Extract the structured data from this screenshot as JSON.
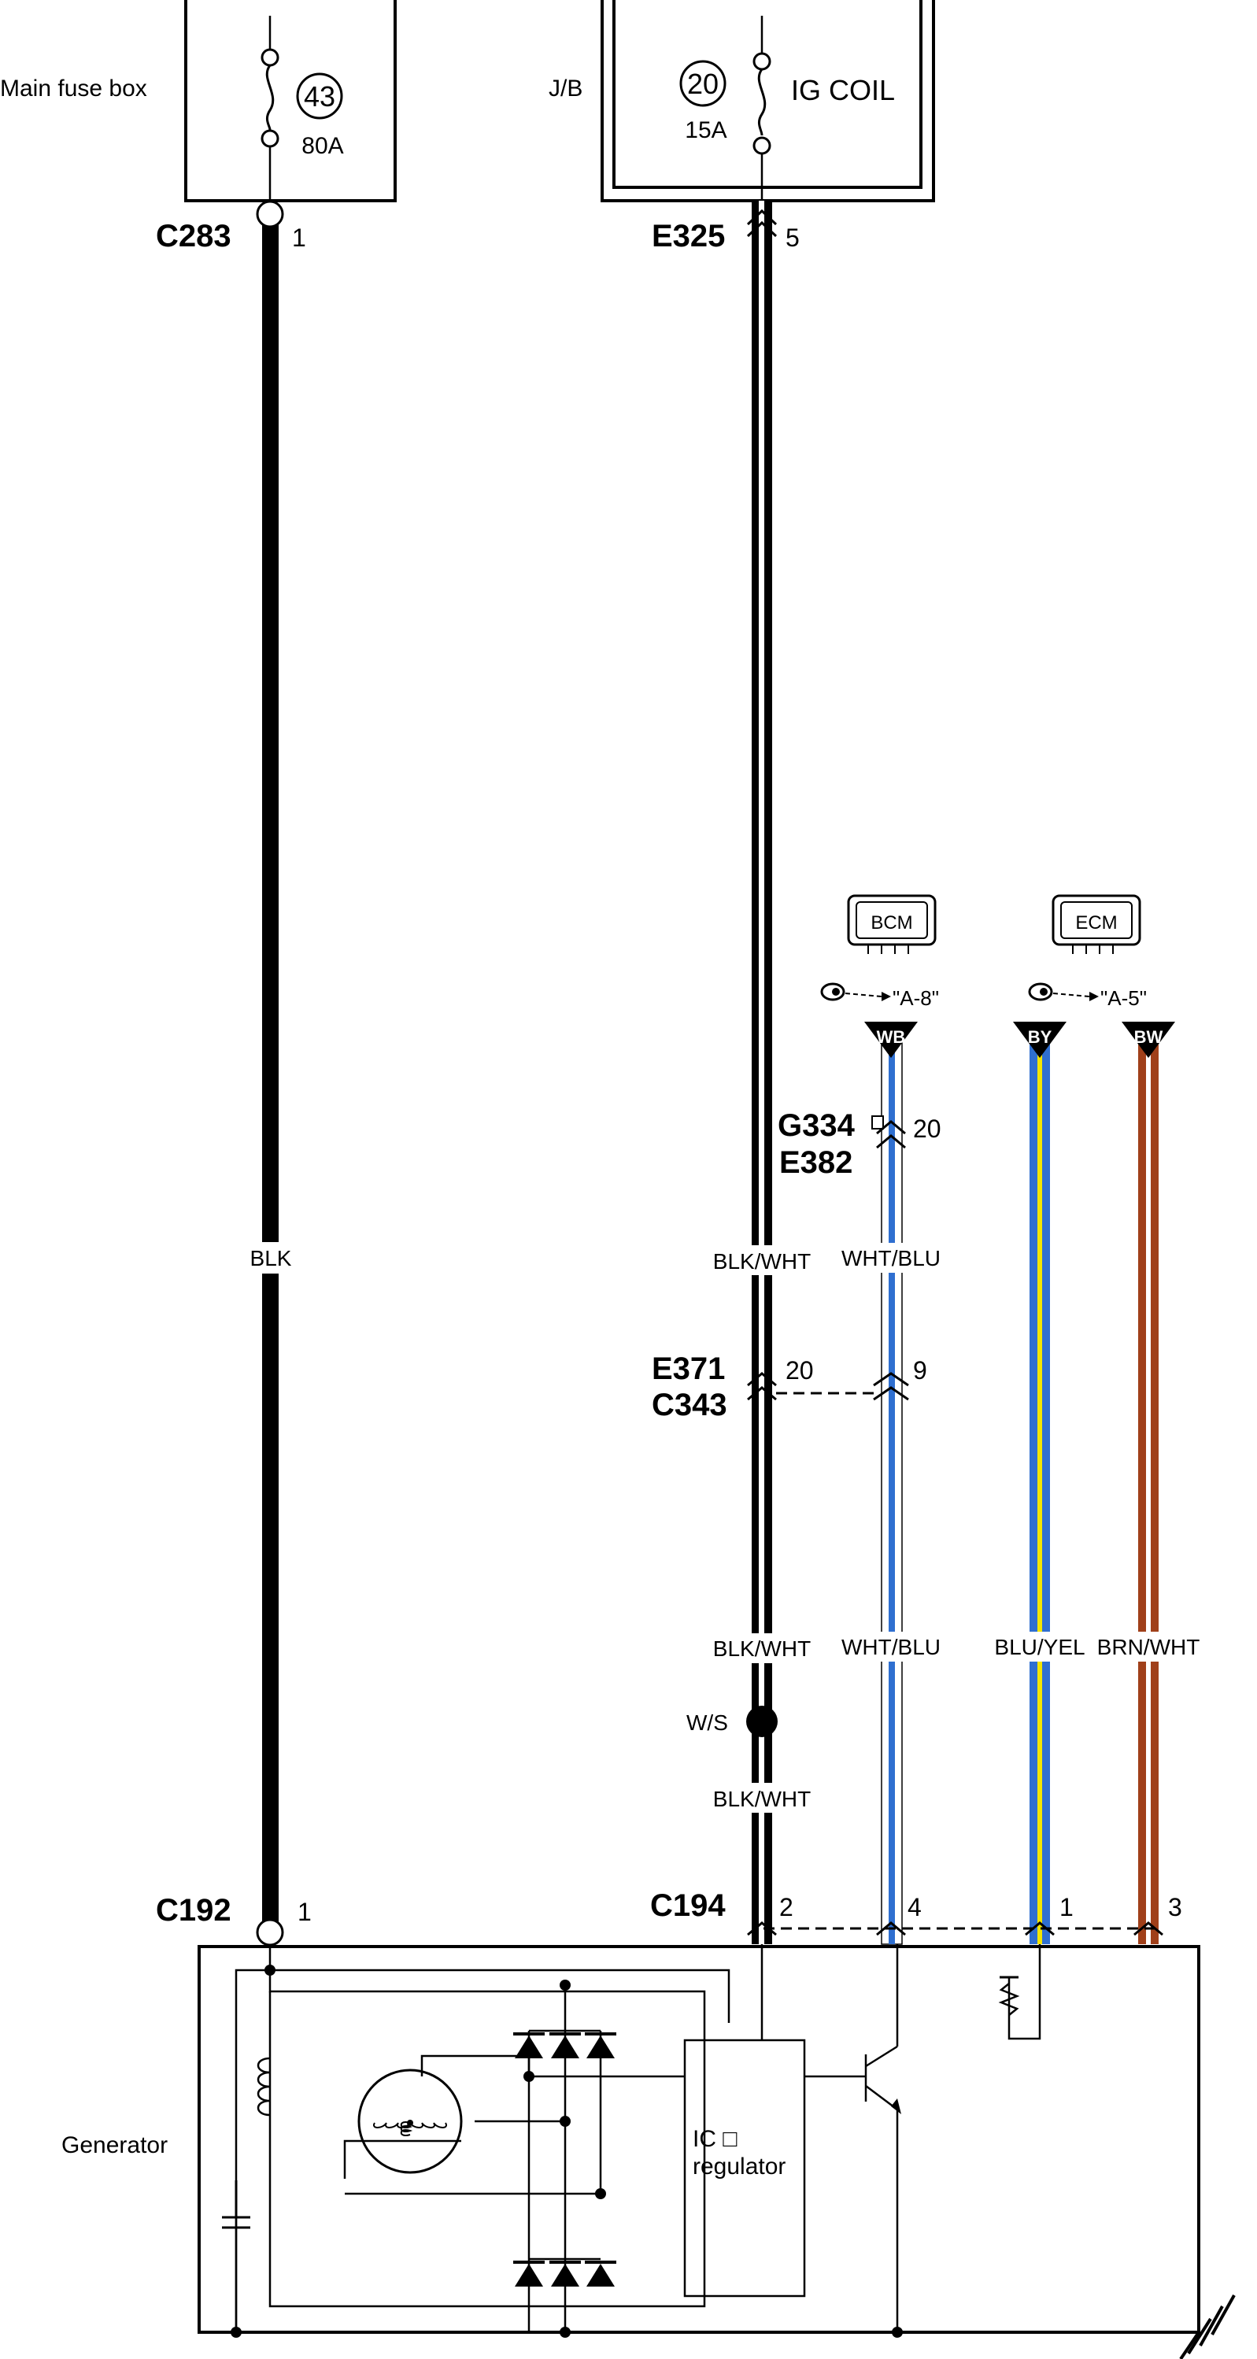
{
  "fuse_boxes": {
    "main": {
      "label": "Main fuse box",
      "fuse_number": "43",
      "rating": "80A"
    },
    "jb": {
      "label": "J/B",
      "fuse_number": "20",
      "rating": "15A",
      "circuit": "IG COIL"
    }
  },
  "connectors": {
    "c283": {
      "name": "C283",
      "pin": "1"
    },
    "e325": {
      "name": "E325",
      "pin": "5"
    },
    "g334": {
      "name": "G334",
      "pin": "20"
    },
    "e382": {
      "name": "E382"
    },
    "e371": {
      "name": "E371",
      "pin": "20"
    },
    "c343": {
      "name": "C343",
      "pin": "9"
    },
    "c192": {
      "name": "C192",
      "pin": "1"
    },
    "c194": {
      "name": "C194",
      "pins": [
        "2",
        "4",
        "1",
        "3"
      ]
    }
  },
  "modules": {
    "bcm": {
      "label": "BCM",
      "ref": "\"A-8\"",
      "tag": "WB"
    },
    "ecm": {
      "label": "ECM",
      "ref": "\"A-5\"",
      "tag": "BY"
    },
    "bw": {
      "tag": "BW"
    }
  },
  "wires": {
    "blk": "BLK",
    "blk_wht_1": "BLK/WHT",
    "blk_wht_2": "BLK/WHT",
    "blk_wht_3": "BLK/WHT",
    "wht_blu_1": "WHT/BLU",
    "wht_blu_2": "WHT/BLU",
    "blu_yel": "BLU/YEL",
    "brn_wht": "BRN/WHT"
  },
  "splice": {
    "label": "W/S"
  },
  "generator": {
    "label": "Generator",
    "ic_line1": "IC □",
    "ic_line2": "regulator"
  },
  "colors": {
    "blue": "#2f6fd0",
    "yellow": "#f3e600",
    "brown": "#a0401a",
    "black": "#000000"
  }
}
